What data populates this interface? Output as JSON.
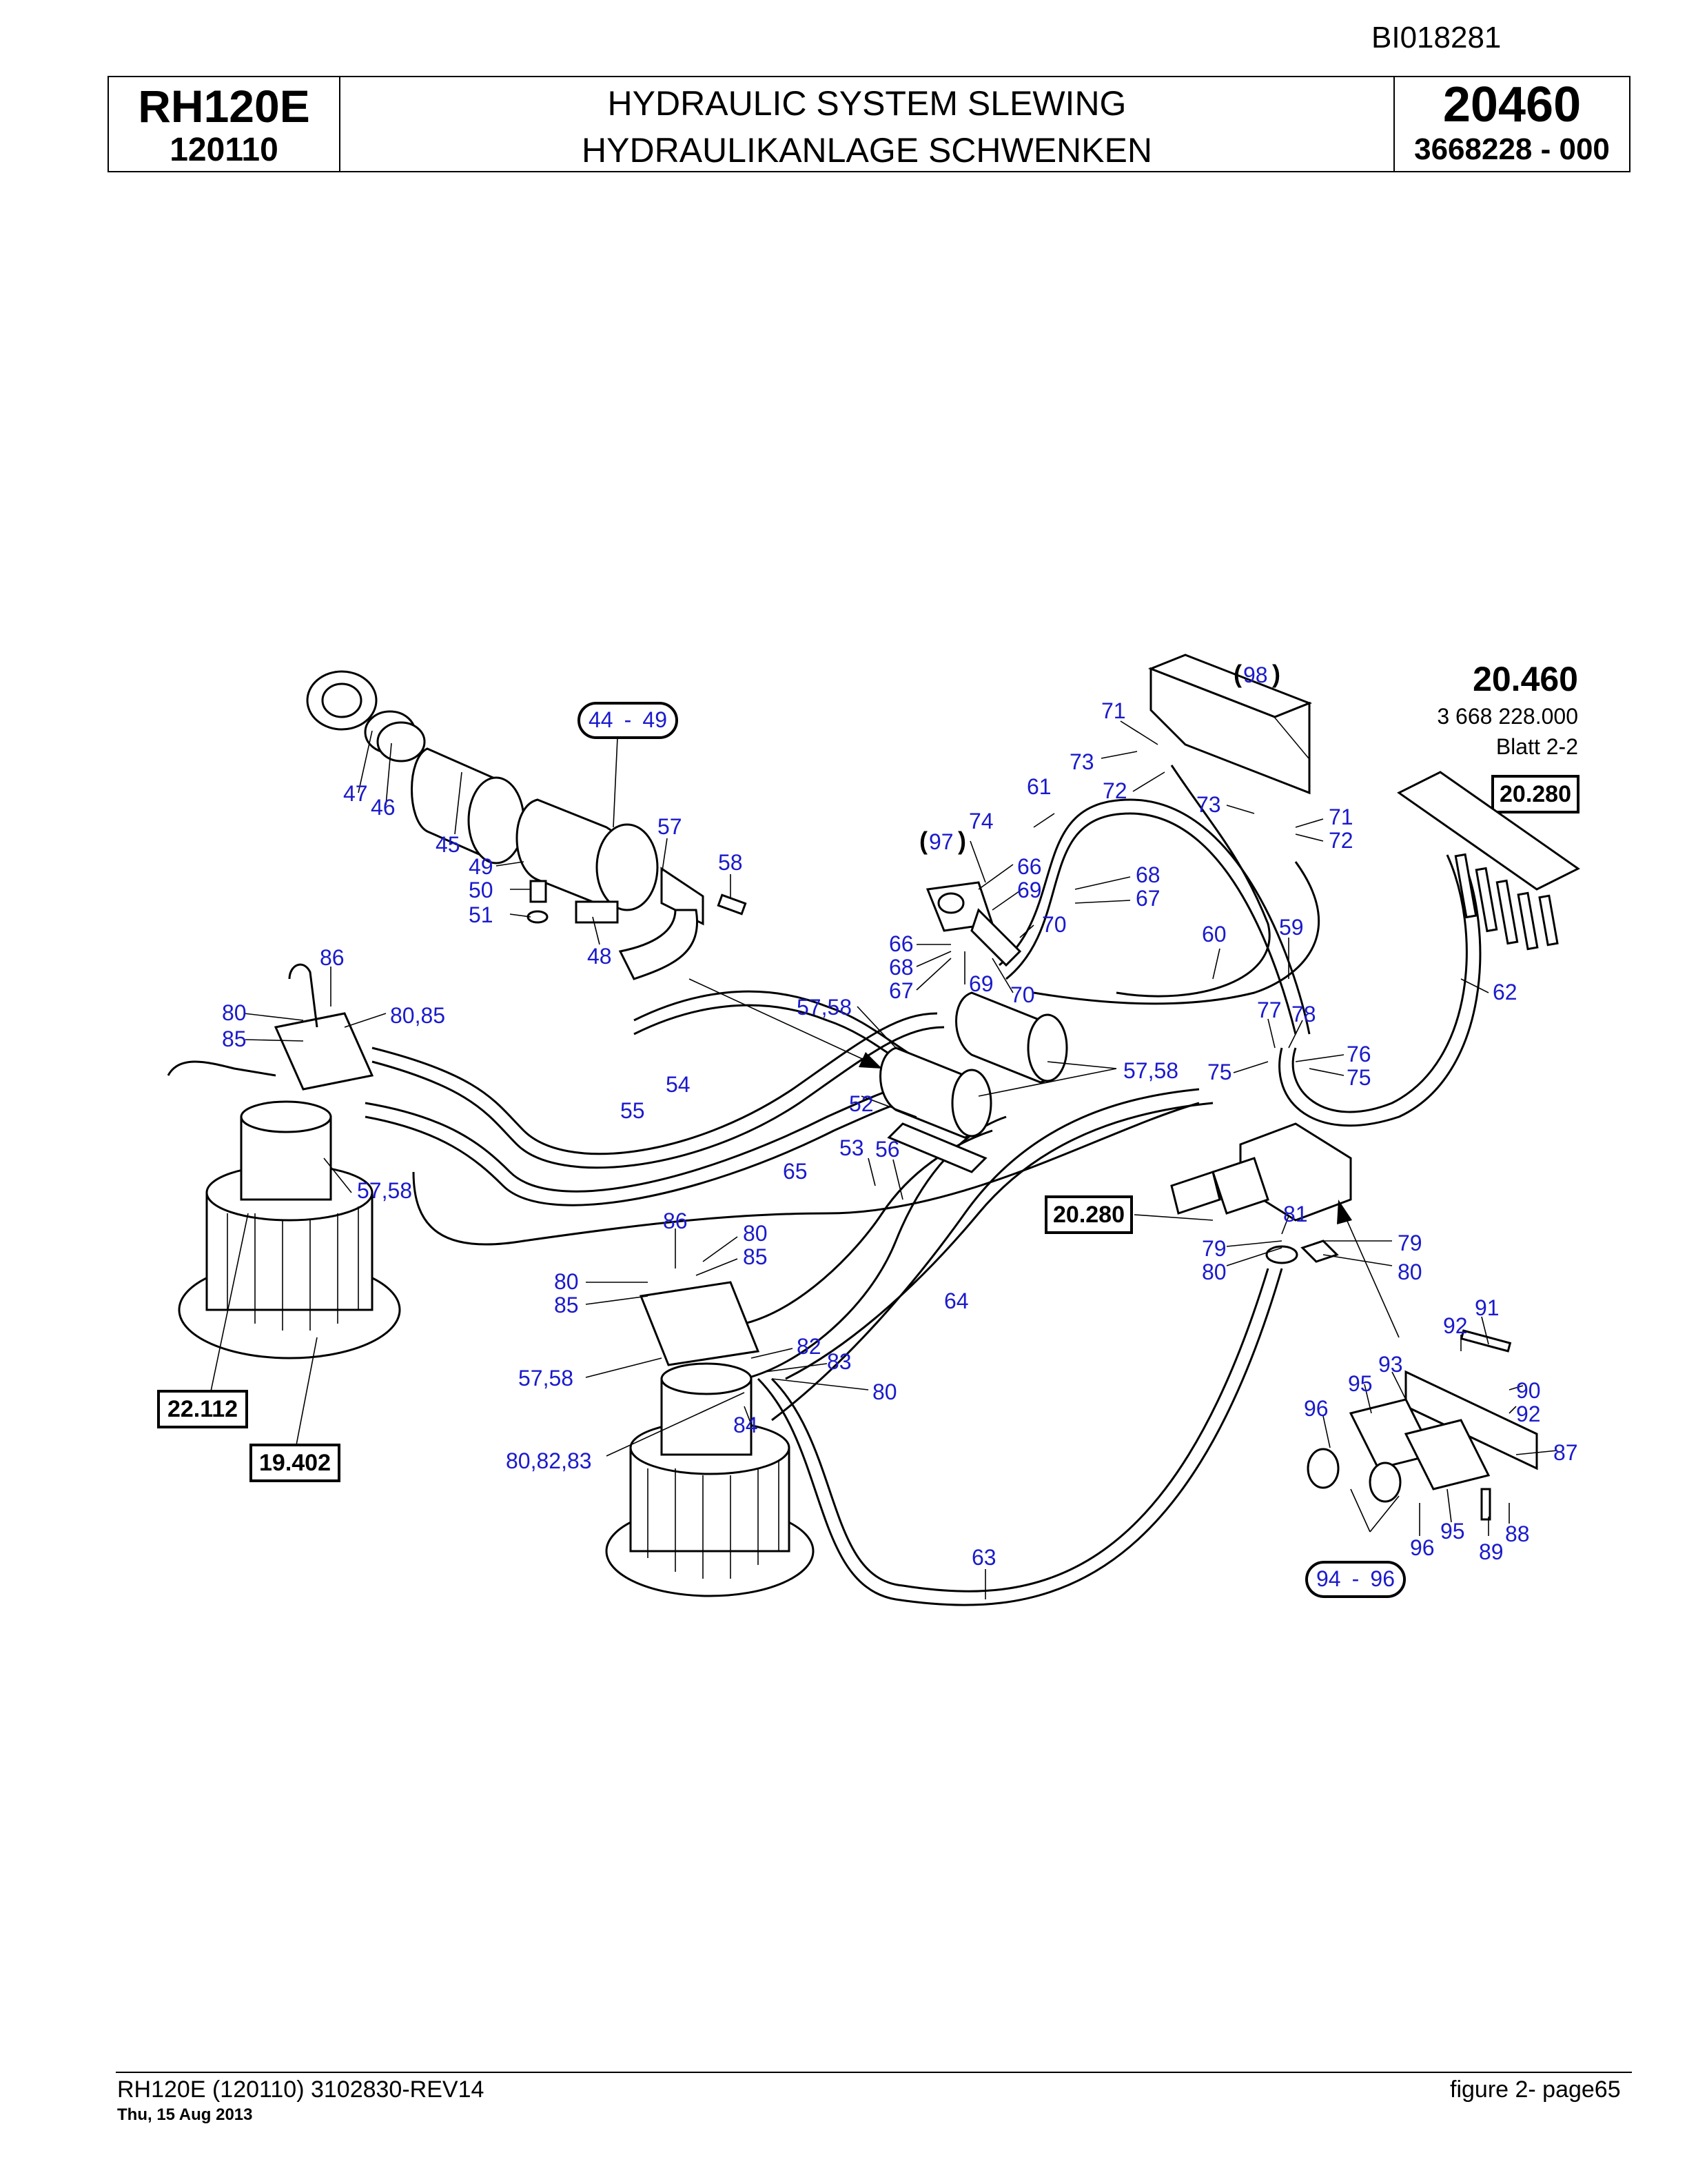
{
  "doc_id": "BI018281",
  "header": {
    "model": "RH120E",
    "serial": "120110",
    "title_en": "HYDRAULIC SYSTEM SLEWING",
    "title_de": "HYDRAULIKANLAGE SCHWENKEN",
    "page_no": "20460",
    "doc_no": "3668228  - 000"
  },
  "sheet": {
    "number": "20.460",
    "part_no": "3 668 228.000",
    "blatt": "Blatt 2-2"
  },
  "references": {
    "r1": "20.280",
    "r2": "20.280",
    "r3": "22.112",
    "r4": "19.402"
  },
  "ranges": {
    "a": {
      "from": "44",
      "dash": "-",
      "to": "49"
    },
    "b": {
      "from": "94",
      "dash": "-",
      "to": "96"
    }
  },
  "callouts": [
    {
      "id": "c47",
      "text": "47"
    },
    {
      "id": "c46",
      "text": "46"
    },
    {
      "id": "c45",
      "text": "45"
    },
    {
      "id": "c49",
      "text": "49"
    },
    {
      "id": "c50",
      "text": "50"
    },
    {
      "id": "c51",
      "text": "51"
    },
    {
      "id": "c48",
      "text": "48"
    },
    {
      "id": "c57a",
      "text": "57"
    },
    {
      "id": "c58a",
      "text": "58"
    },
    {
      "id": "c98",
      "text": "98"
    },
    {
      "id": "c71a",
      "text": "71"
    },
    {
      "id": "c73a",
      "text": "73"
    },
    {
      "id": "c72a",
      "text": "72"
    },
    {
      "id": "c61",
      "text": "61"
    },
    {
      "id": "c73b",
      "text": "73"
    },
    {
      "id": "c71b",
      "text": "71"
    },
    {
      "id": "c72b",
      "text": "72"
    },
    {
      "id": "c74",
      "text": "74"
    },
    {
      "id": "c97",
      "text": "97"
    },
    {
      "id": "c66a",
      "text": "66"
    },
    {
      "id": "c69a",
      "text": "69"
    },
    {
      "id": "c68a",
      "text": "68"
    },
    {
      "id": "c67a",
      "text": "67"
    },
    {
      "id": "c70a",
      "text": "70"
    },
    {
      "id": "c60",
      "text": "60"
    },
    {
      "id": "c59",
      "text": "59"
    },
    {
      "id": "c66b",
      "text": "66"
    },
    {
      "id": "c68b",
      "text": "68"
    },
    {
      "id": "c67b",
      "text": "67"
    },
    {
      "id": "c69b",
      "text": "69"
    },
    {
      "id": "c70b",
      "text": "70"
    },
    {
      "id": "c62",
      "text": "62"
    },
    {
      "id": "c86a",
      "text": "86"
    },
    {
      "id": "c80a",
      "text": "80"
    },
    {
      "id": "c8085a",
      "text": "80,85"
    },
    {
      "id": "c85a",
      "text": "85"
    },
    {
      "id": "c5758a",
      "text": "57,58"
    },
    {
      "id": "c54",
      "text": "54"
    },
    {
      "id": "c55",
      "text": "55"
    },
    {
      "id": "c52",
      "text": "52"
    },
    {
      "id": "c5758b",
      "text": "57,58"
    },
    {
      "id": "c77",
      "text": "77"
    },
    {
      "id": "c78",
      "text": "78"
    },
    {
      "id": "c76",
      "text": "76"
    },
    {
      "id": "c75a",
      "text": "75"
    },
    {
      "id": "c75b",
      "text": "75"
    },
    {
      "id": "c53",
      "text": "53"
    },
    {
      "id": "c56",
      "text": "56"
    },
    {
      "id": "c65",
      "text": "65"
    },
    {
      "id": "c5758c",
      "text": "57,58"
    },
    {
      "id": "c86b",
      "text": "86"
    },
    {
      "id": "c80b",
      "text": "80"
    },
    {
      "id": "c85b",
      "text": "85"
    },
    {
      "id": "c80c",
      "text": "80"
    },
    {
      "id": "c85c",
      "text": "85"
    },
    {
      "id": "c81",
      "text": "81"
    },
    {
      "id": "c79a",
      "text": "79"
    },
    {
      "id": "c79b",
      "text": "79"
    },
    {
      "id": "c80d",
      "text": "80"
    },
    {
      "id": "c80e",
      "text": "80"
    },
    {
      "id": "c64",
      "text": "64"
    },
    {
      "id": "c91",
      "text": "91"
    },
    {
      "id": "c92a",
      "text": "92"
    },
    {
      "id": "c82",
      "text": "82"
    },
    {
      "id": "c83",
      "text": "83"
    },
    {
      "id": "c5758d",
      "text": "57,58"
    },
    {
      "id": "c80f",
      "text": "80"
    },
    {
      "id": "c93",
      "text": "93"
    },
    {
      "id": "c95a",
      "text": "95"
    },
    {
      "id": "c90",
      "text": "90"
    },
    {
      "id": "c92b",
      "text": "92"
    },
    {
      "id": "c96a",
      "text": "96"
    },
    {
      "id": "c84",
      "text": "84"
    },
    {
      "id": "c808283",
      "text": "80,82,83"
    },
    {
      "id": "c87",
      "text": "87"
    },
    {
      "id": "c95b",
      "text": "95"
    },
    {
      "id": "c96b",
      "text": "96"
    },
    {
      "id": "c88",
      "text": "88"
    },
    {
      "id": "c89",
      "text": "89"
    },
    {
      "id": "c63",
      "text": "63"
    }
  ],
  "footer": {
    "left": "RH120E (120110) 3102830-REV14",
    "date": "Thu, 15 Aug 2013",
    "right": "figure  2- page65"
  }
}
